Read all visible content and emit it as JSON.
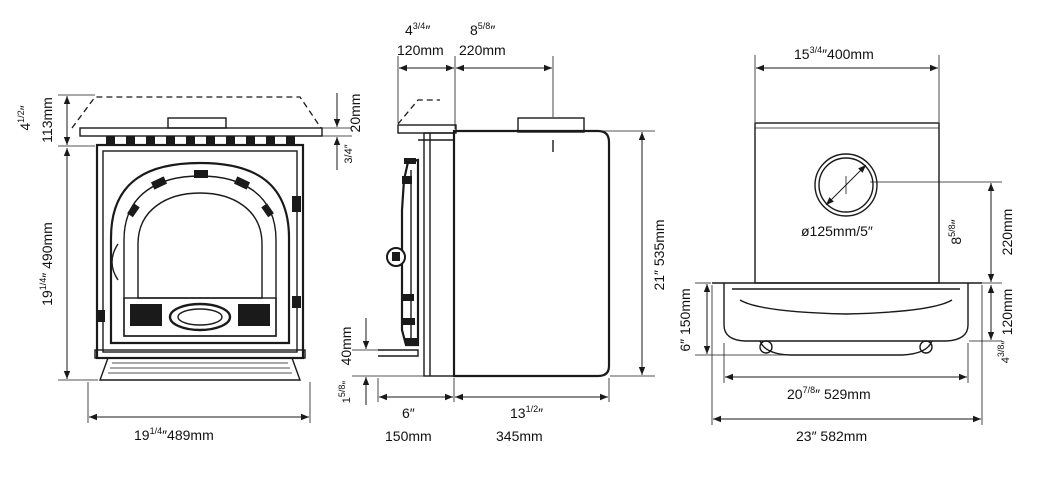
{
  "front_view": {
    "width_main": "19",
    "width_frac": "1/4",
    "width_tail": "″489mm",
    "height_main": "19",
    "height_frac": "1/4",
    "height_tail": "″ 490mm",
    "top_main": "4",
    "top_frac": "1/2",
    "top_tail": "″",
    "top_mm": "113mm",
    "lip_main": "3/4″",
    "lip_mm": "20mm"
  },
  "side_view": {
    "front_main": "4",
    "front_frac": "3/4",
    "front_tail": "″",
    "front_mm": "120mm",
    "flue_main": "8",
    "flue_frac": "5/8",
    "flue_tail": "″",
    "flue_mm": "220mm",
    "height_text": "21″ 535mm",
    "base_main": "1",
    "base_frac": "5/8",
    "base_tail": "″",
    "base_mm": "40mm",
    "depth_front_in": "6″",
    "depth_front_mm": "150mm",
    "depth_main": "13",
    "depth_frac": "1/2",
    "depth_tail": "″",
    "depth_mm": "345mm"
  },
  "top_view": {
    "width_main": "15",
    "width_frac": "3/4",
    "width_tail": "″400mm",
    "flue_diameter": "ø125mm/5″",
    "offset_main": "8",
    "offset_frac": "5/8",
    "offset_tail": "″",
    "offset_mm": "220mm",
    "hearth_depth_text": "6″ 150mm",
    "hearth_main": "4",
    "hearth_frac": "3/8",
    "hearth_tail": "″",
    "hearth_mm": "120mm",
    "inner_main": "20",
    "inner_frac": "7/8",
    "inner_tail": "″  529mm",
    "outer_text": "23″ 582mm"
  }
}
